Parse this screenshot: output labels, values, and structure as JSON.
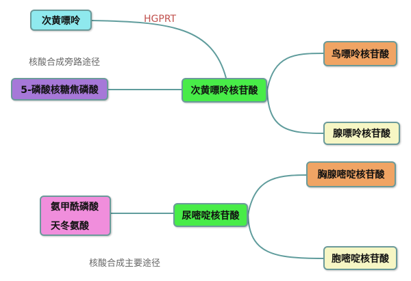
{
  "colors": {
    "link": "#5f9c9c",
    "cyan": "#8fe9ee",
    "purple": "#a678d8",
    "green": "#48ec48",
    "orange": "#f0a464",
    "pale_yellow": "#f6f6c4",
    "pink": "#f08edc",
    "enzyme_label": "#c0504d"
  },
  "salvage": {
    "label": "核酸合成旁路途径",
    "enzyme": "HGPRT",
    "source": "次黄嘌呤",
    "cosubstrate": "5-磷酸核糖焦磷酸",
    "center": "次黄嘌呤核苷酸",
    "products": [
      "鸟嘌呤核苷酸",
      "腺嘌呤核苷酸"
    ]
  },
  "de_novo": {
    "label": "核酸合成主要途径",
    "sources": [
      "氨甲酰磷酸",
      "天冬氨酸"
    ],
    "center": "尿嘧啶核苷酸",
    "products": [
      "胸腺嘧啶核苷酸",
      "胞嘧啶核苷酸"
    ]
  }
}
